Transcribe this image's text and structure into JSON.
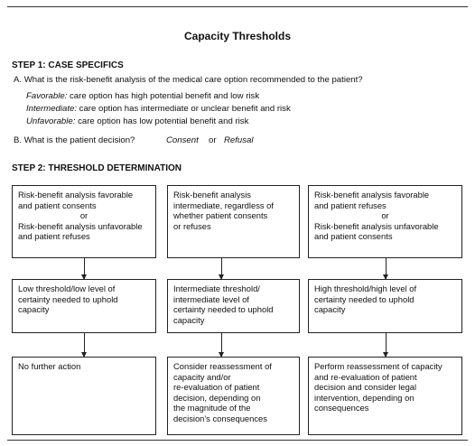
{
  "title": "Capacity Thresholds",
  "step1": {
    "heading": "STEP 1: CASE SPECIFICS",
    "qa": "A. What is the risk-benefit analysis of the medical care option recommended to the patient?",
    "favorable_label": "Favorable:",
    "favorable_text": " care option has high potential benefit and low risk",
    "intermediate_label": "Intermediate:",
    "intermediate_text": " care option has intermediate or unclear benefit and risk",
    "unfavorable_label": "Unfavorable:",
    "unfavorable_text": " care option has low potential benefit and risk",
    "qb": "B. What is the patient decision?",
    "consent": "Consent",
    "or": "or",
    "refusal": "Refusal"
  },
  "step2": {
    "heading": "STEP 2: THRESHOLD DETERMINATION",
    "row1": {
      "left": [
        "Risk-benefit analysis favorable",
        "and patient consents",
        "or",
        "Risk-benefit analysis unfavorable",
        "and patient refuses"
      ],
      "middle": [
        "Risk-benefit analysis",
        "intermediate, regardless of",
        "whether patient consents",
        "or refuses"
      ],
      "right": [
        "Risk-benefit analysis favorable",
        "and patient refuses",
        "or",
        "Risk-benefit analysis unfavorable",
        "and patient consents"
      ]
    },
    "row2": {
      "left": [
        "Low threshold/low level of",
        "certainty needed to uphold",
        "capacity"
      ],
      "middle": [
        "Intermediate threshold/",
        "intermediate level of",
        "certainty needed to uphold",
        "capacity"
      ],
      "right": [
        "High threshold/high level of",
        "certainty needed to uphold",
        "capacity"
      ]
    },
    "row3": {
      "left": [
        "No further action"
      ],
      "middle": [
        "Consider reassessment of",
        "capacity and/or",
        "re-evaluation of patient",
        "decision, depending on",
        "the magnitude of the",
        "decision's consequences"
      ],
      "right": [
        "Perform reassessment of capacity",
        "and re-evaluation of patient",
        "decision and consider legal",
        "intervention, depending on",
        "consequences"
      ]
    }
  }
}
